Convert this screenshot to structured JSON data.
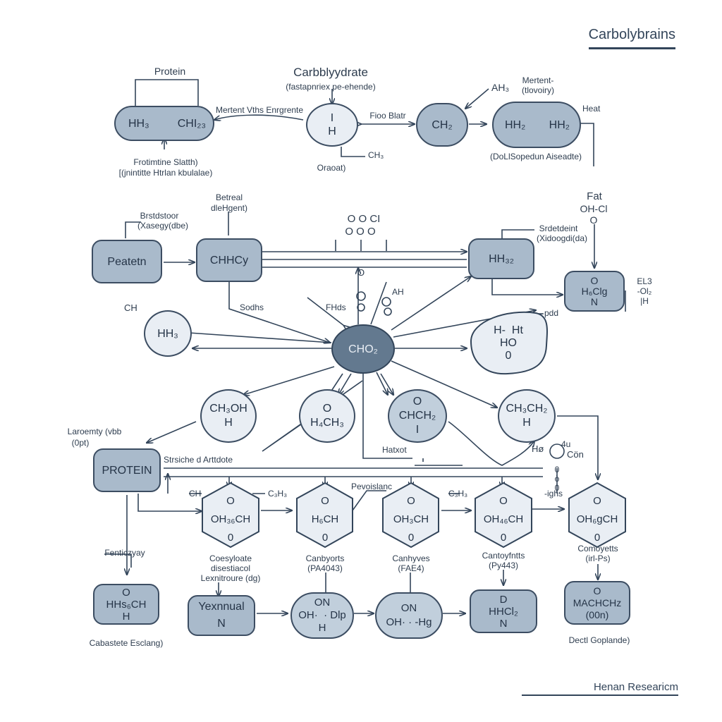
{
  "title": "Carbolybrains",
  "footer": "Henan Researicm",
  "nodes": {
    "protein_top": {
      "heading": "Protein",
      "left": "HH₃",
      "right": "CHI₂₃",
      "caption1": "Frotimtine Slatth)",
      "caption2": "[(jnintitte Htrlan kbulalae)"
    },
    "carbohydrate_top": {
      "heading": "Carbblyydrate",
      "subheading": "(fastapnriex pe-ehende)",
      "content": "I\nH",
      "caption": "Oraoat)",
      "ch_label": "CH₃"
    },
    "ch2_top": {
      "content": "CH₂"
    },
    "fat_pair_top": {
      "left": "HH₂",
      "right": "HH₂",
      "ah_label": "AH₃",
      "note1": "Mertent-",
      "note2": "(tlovoiry)",
      "heat_label": "Heat",
      "caption": "(DoLlSopedun Aiseadte)"
    },
    "peatern": {
      "content": "Peatetn",
      "note1": "Brstdstoor",
      "note2": "(Xasegy(dbe)"
    },
    "chhcy": {
      "content": "CHHCy",
      "note1": "Betreal",
      "note2": "dleHgent)"
    },
    "hh_mid": {
      "content": "HH₃₂",
      "note1": "Srdetdeint",
      "note2": "(Xidoogdi(da)"
    },
    "fat_node": {
      "content": "O\nH₆Clg\nN",
      "fat_label": "Fat",
      "fat_formula": "OH-Cl",
      "right_note": "EL3\n-Ol₂\n|H"
    },
    "center": {
      "content": "CHO₂"
    },
    "hh3_left": {
      "content": "HH₃",
      "ch_label": "CH"
    },
    "blob": {
      "content": "H-  Ht\nHO\n0",
      "pdb": "-pdd"
    },
    "circle_a": {
      "content": "CH₃OH\nH"
    },
    "circle_b": {
      "content": "O\nH₄CH₃"
    },
    "circle_c": {
      "content": "O\nCHCH₂\nI"
    },
    "circle_d": {
      "content": "CH₃CH₂\nH"
    },
    "protein_mid": {
      "content": "PROTEIN",
      "note1": "Laroemty (vbb",
      "note2": "(0pt)",
      "side_label": "Strsiche d Arttdote"
    },
    "small_ring": {
      "hc_label": "Hø",
      "cdn_label": "Cön",
      "num_label": "4u",
      "stack": "0\nò\n0",
      "ighs": "-ighs",
      "hatxot": "Hatxot"
    },
    "hex": [
      {
        "content": "O\nOH₃₆CH\n0",
        "top": "CH",
        "cap1": "Coesyloate",
        "cap2": "disestiacol",
        "cap3": "Lexnitroure (dg)"
      },
      {
        "content": "O\nH₆CH\n0",
        "top": "C₃H₃",
        "cap1": "Canbyorts",
        "cap2": "(PA4043)"
      },
      {
        "content": "O\nOH₃CH\n0",
        "top": "Pevoislanc",
        "cap1": "Canhyves",
        "cap2": "(FAE4)"
      },
      {
        "content": "O\nOH₄₆CH\n0",
        "top": "C₃H₃",
        "cap1": "Cantoyfntts",
        "cap2": "(Py443)"
      },
      {
        "content": "O\nOH₆gCH\n0",
        "cap1": "Comoyetts",
        "cap2": "(irl-Ps)"
      }
    ],
    "bottom": {
      "b1": {
        "content": "O\nHHs₆CH\nH",
        "top": "Fenticzyay",
        "cap": "Cabastete Esclang)"
      },
      "b2": {
        "content": "Yexnnual\nN"
      },
      "b3": {
        "content": "ON\nOH·  · Dlp\nH"
      },
      "b4": {
        "content": "ON\nOH· · -Hg"
      },
      "b5": {
        "content": "D\nHHCl₂\nN"
      },
      "b6": {
        "content": "O\nMACHCHz\n(00n)",
        "cap": "Dectl Goplande)"
      }
    },
    "labels": {
      "mertent": "Mertent Vths Enrgrente",
      "fiso": "Fioo Blatr",
      "oooci": "O O CI",
      "ooo": "O   O   O",
      "sodhs": "Sodhs",
      "fhds": "FHds",
      "ah": "AH",
      "o_mark": "O",
      "o_mark2": "O"
    }
  },
  "colors": {
    "line": "#33455a",
    "pill": "#a9bacb",
    "circle": "#e9eef4",
    "ring": "#c1cfdc",
    "dark": "#63798f"
  }
}
